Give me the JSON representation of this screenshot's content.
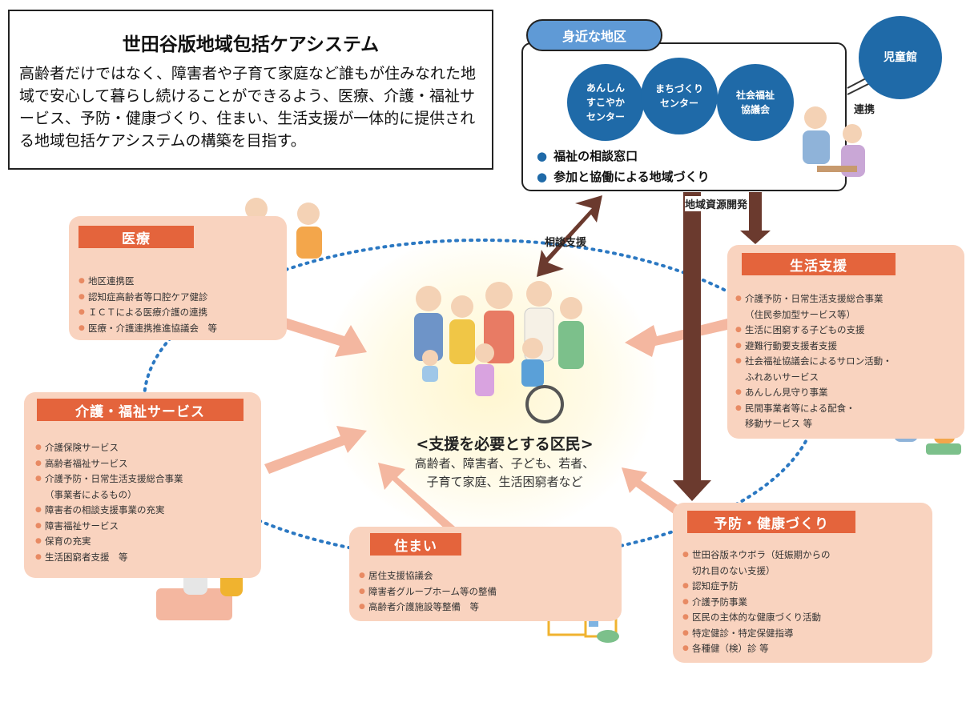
{
  "title": "世田谷版地域包括ケアシステム",
  "description": "高齢者だけではなく、障害者や子育て家庭など誰もが住みなれた地域で安心して暮らし続けることができるよう、医療、介護・福祉サービス、予防・健康づくり、住まい、生活支援が一体的に提供される地域包括ケアシステムの構築を目指す。",
  "district": {
    "tag": "身近な地区",
    "circles": [
      "あんしん\nすこやか\nセンター",
      "まちづくり\nセンター",
      "社会福祉\n協議会"
    ],
    "bullets": [
      "福祉の相談窓口",
      "参加と協働による地域づくり"
    ],
    "jidokan": "児童館",
    "renkei": "連携"
  },
  "arrows": {
    "consult": "相談支援",
    "resource": "地域資源開発"
  },
  "center": {
    "heading": "<支援を必要とする区民>",
    "sub": "高齢者、障害者、子ども、若者、\n子育て家庭、生活困窮者など"
  },
  "medical": {
    "label": "医療",
    "items": [
      "地区連携医",
      "認知症高齢者等口腔ケア健診",
      "ＩＣＴによる医療介護の連携",
      "医療・介護連携推進協議会　等"
    ]
  },
  "care": {
    "label": "介護・福祉サービス",
    "items": [
      "介護保険サービス",
      "高齢者福祉サービス",
      "介護予防・日常生活支援総合事業\n（事業者によるもの）",
      "障害者の相談支援事業の充実",
      "障害福祉サービス",
      "保育の充実",
      "生活困窮者支援　等"
    ]
  },
  "housing": {
    "label": "住まい",
    "items": [
      "居住支援協議会",
      "障害者グループホーム等の整備",
      "高齢者介護施設等整備　等"
    ]
  },
  "life": {
    "label": "生活支援",
    "items": [
      "介護予防・日常生活支援総合事業\n（住民参加型サービス等）",
      "生活に困窮する子どもの支援",
      "避難行動要支援者支援",
      "社会福祉協議会によるサロン活動・\nふれあいサービス",
      "あんしん見守り事業",
      "民間事業者等による配食・\n移動サービス 等"
    ]
  },
  "prevention": {
    "label": "予防・健康づくり",
    "items": [
      "世田谷版ネウボラ（妊娠期からの\n切れ目のない支援）",
      "認知症予防",
      "介護予防事業",
      "区民の主体的な健康づくり活動",
      "特定健診・特定保健指導",
      "各種健（検）診 等"
    ]
  },
  "colors": {
    "box_fill": "#f9d3bf",
    "label_fill": "#e4643c",
    "arrow_pink": "#f4b7a0",
    "arrow_brown": "#6b3a2e",
    "blue": "#1f6aa8",
    "dotted": "#2b78c2"
  }
}
